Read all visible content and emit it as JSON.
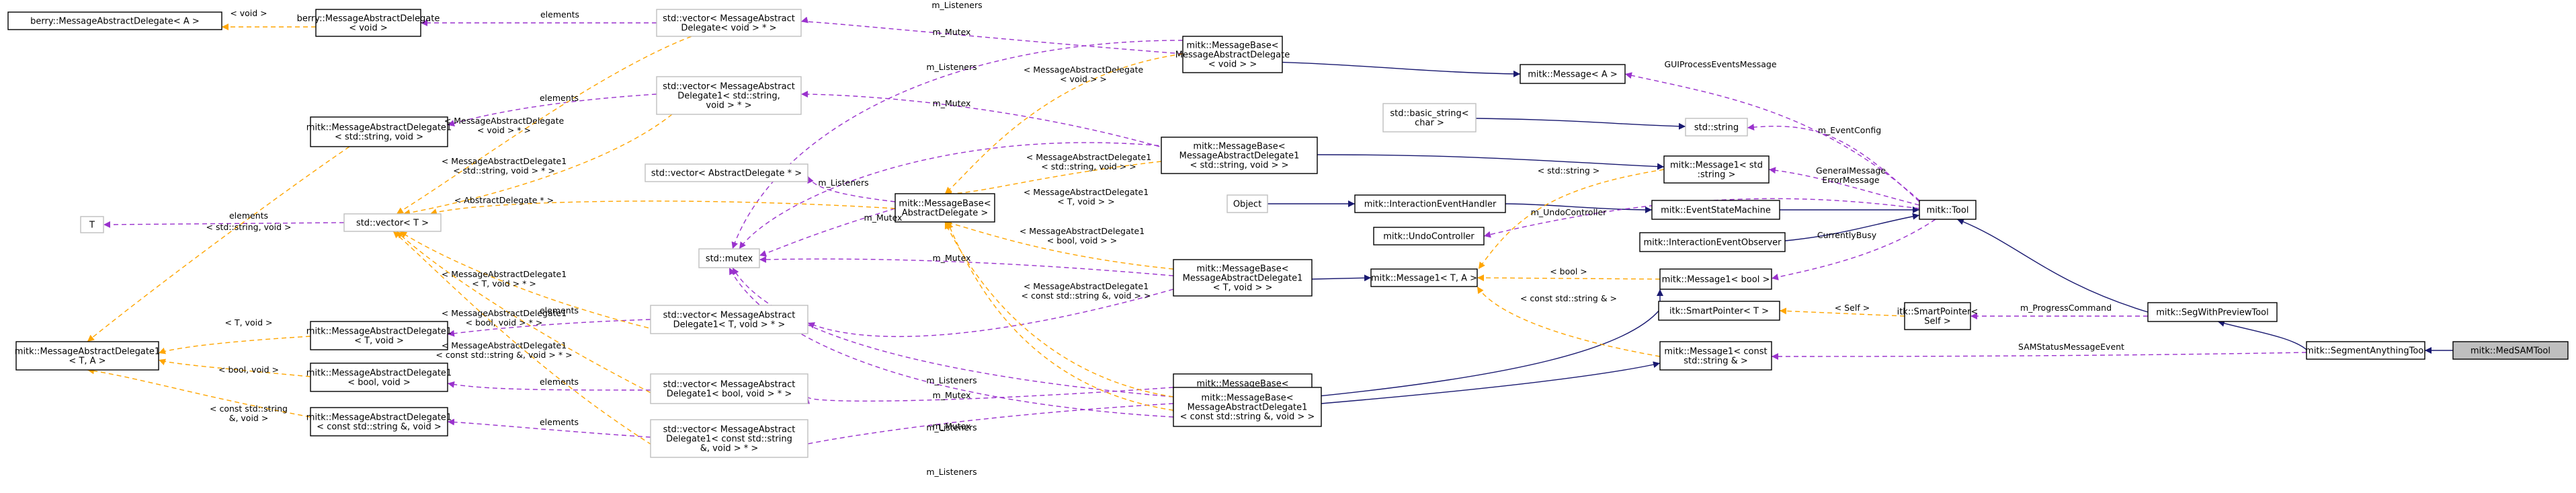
{
  "diagram": {
    "nodes": [
      {
        "id": "berry_mad_a",
        "lines": [
          "berry::MessageAbstractDelegate< A >"
        ]
      },
      {
        "id": "berry_mad_void",
        "lines": [
          "berry::MessageAbstractDelegate",
          "< void >"
        ]
      },
      {
        "id": "vec_mad_void",
        "lines": [
          "std::vector< MessageAbstract",
          "Delegate< void > * >"
        ],
        "ghost": true
      },
      {
        "id": "mb_mad_void",
        "lines": [
          "mitk::MessageBase<",
          "MessageAbstractDelegate",
          "< void > >"
        ]
      },
      {
        "id": "msg_a",
        "lines": [
          "mitk::Message< A >"
        ]
      },
      {
        "id": "vec_mad1_str",
        "lines": [
          "std::vector< MessageAbstract",
          "Delegate1< std::string,",
          "void > * >"
        ],
        "ghost": true
      },
      {
        "id": "mad1_str",
        "lines": [
          "mitk::MessageAbstractDelegate1",
          "< std::string, void >"
        ]
      },
      {
        "id": "basic_string",
        "lines": [
          "std::basic_string<",
          "char >"
        ],
        "ghost": true
      },
      {
        "id": "std_string",
        "lines": [
          "std::string"
        ],
        "ghost": true
      },
      {
        "id": "mb_mad1_str",
        "lines": [
          "mitk::MessageBase<",
          "MessageAbstractDelegate1",
          "< std::string, void > >"
        ]
      },
      {
        "id": "msg1_str",
        "lines": [
          "mitk::Message1< std",
          ":string >"
        ]
      },
      {
        "id": "vec_ad",
        "lines": [
          "std::vector< AbstractDelegate * >"
        ],
        "ghost": true
      },
      {
        "id": "mb_ad",
        "lines": [
          "mitk::MessageBase<",
          "AbstractDelegate >"
        ]
      },
      {
        "id": "T",
        "lines": [
          "T"
        ],
        "ghost": true
      },
      {
        "id": "vec_T",
        "lines": [
          "std::vector< T >"
        ],
        "ghost": true
      },
      {
        "id": "object",
        "lines": [
          "Object"
        ],
        "ghost": true
      },
      {
        "id": "ieh",
        "lines": [
          "mitk::InteractionEventHandler"
        ]
      },
      {
        "id": "esm",
        "lines": [
          "mitk::EventStateMachine"
        ]
      },
      {
        "id": "tool",
        "lines": [
          "mitk::Tool"
        ]
      },
      {
        "id": "undo",
        "lines": [
          "mitk::UndoController"
        ]
      },
      {
        "id": "ieo",
        "lines": [
          "mitk::InteractionEventObserver"
        ]
      },
      {
        "id": "mutex",
        "lines": [
          "std::mutex"
        ],
        "ghost": true
      },
      {
        "id": "mb_mad1_t",
        "lines": [
          "mitk::MessageBase<",
          "MessageAbstractDelegate1",
          "< T, void > >"
        ]
      },
      {
        "id": "msg1_ta",
        "lines": [
          "mitk::Message1< T, A >"
        ]
      },
      {
        "id": "msg1_bool",
        "lines": [
          "mitk::Message1< bool >"
        ]
      },
      {
        "id": "mad1_ta",
        "lines": [
          "mitk::MessageAbstractDelegate1",
          "< T, A >"
        ]
      },
      {
        "id": "mad1_t",
        "lines": [
          "mitk::MessageAbstractDelegate1",
          "< T, void >"
        ]
      },
      {
        "id": "vec_mad1_t",
        "lines": [
          "std::vector< MessageAbstract",
          "Delegate1< T, void > * >"
        ],
        "ghost": true
      },
      {
        "id": "smartptr_t",
        "lines": [
          "itk::SmartPointer< T >"
        ]
      },
      {
        "id": "smartptr_self",
        "lines": [
          "itk::SmartPointer<",
          "Self >"
        ]
      },
      {
        "id": "segpreview",
        "lines": [
          "mitk::SegWithPreviewTool"
        ]
      },
      {
        "id": "msg1_cstr",
        "lines": [
          "mitk::Message1< const",
          "std::string & >"
        ]
      },
      {
        "id": "sam",
        "lines": [
          "mitk::SegmentAnythingTool"
        ]
      },
      {
        "id": "medsam",
        "lines": [
          "mitk::MedSAMTool"
        ],
        "highlight": true
      },
      {
        "id": "mad1_bool",
        "lines": [
          "mitk::MessageAbstractDelegate1",
          "< bool, void >"
        ]
      },
      {
        "id": "mb_mad1_bool",
        "lines": [
          "mitk::MessageBase<",
          "MessageAbstractDelegate1",
          "< bool, void > >"
        ]
      },
      {
        "id": "vec_mad1_bool",
        "lines": [
          "std::vector< MessageAbstract",
          "Delegate1< bool, void > * >"
        ],
        "ghost": true
      },
      {
        "id": "mad1_cstr",
        "lines": [
          "mitk::MessageAbstractDelegate1",
          "< const std::string &, void >"
        ]
      },
      {
        "id": "vec_mad1_cstr",
        "lines": [
          "std::vector< MessageAbstract",
          "Delegate1< const std::string",
          "&, void > * >"
        ],
        "ghost": true
      },
      {
        "id": "mb_mad1_cstr",
        "lines": [
          "mitk::MessageBase<",
          "MessageAbstractDelegate1",
          "< const std::string &, void > >"
        ]
      }
    ],
    "edge_labels": [
      {
        "id": "l_void",
        "lines": [
          "< void >"
        ]
      },
      {
        "id": "l_elements1",
        "lines": [
          "elements"
        ]
      },
      {
        "id": "l_listeners_top",
        "lines": [
          "m_Listeners"
        ]
      },
      {
        "id": "l_mutex1",
        "lines": [
          "m_Mutex"
        ]
      },
      {
        "id": "l_mad_void",
        "lines": [
          "< MessageAbstractDelegate",
          "< void > >"
        ]
      },
      {
        "id": "l_gui",
        "lines": [
          "GUIProcessEventsMessage"
        ]
      },
      {
        "id": "l_listeners2",
        "lines": [
          "m_Listeners"
        ]
      },
      {
        "id": "l_elements2",
        "lines": [
          "elements"
        ]
      },
      {
        "id": "l_mutex2",
        "lines": [
          "m_Mutex"
        ]
      },
      {
        "id": "l_mad1_str",
        "lines": [
          "< MessageAbstractDelegate1",
          "< std::string, void > >"
        ]
      },
      {
        "id": "l_eventconfig",
        "lines": [
          "m_EventConfig"
        ]
      },
      {
        "id": "l_mad_void2",
        "lines": [
          "< MessageAbstractDelegate",
          "< void > * >"
        ]
      },
      {
        "id": "l_std_string",
        "lines": [
          "< std::string >"
        ]
      },
      {
        "id": "l_genmsg",
        "lines": [
          "GeneralMessage",
          "ErrorMessage"
        ]
      },
      {
        "id": "l_mad1_str2",
        "lines": [
          "< MessageAbstractDelegate1",
          "< std::string, void > * >"
        ]
      },
      {
        "id": "l_listeners3",
        "lines": [
          "m_Listeners"
        ]
      },
      {
        "id": "l_mad1_t",
        "lines": [
          "< MessageAbstractDelegate1",
          "< T, void > >"
        ]
      },
      {
        "id": "l_elements3",
        "lines": [
          "elements"
        ]
      },
      {
        "id": "l_str_void",
        "lines": [
          "< std::string, void >"
        ]
      },
      {
        "id": "l_ad_ptr",
        "lines": [
          "< AbstractDelegate * >"
        ]
      },
      {
        "id": "l_mutex3",
        "lines": [
          "m_Mutex"
        ]
      },
      {
        "id": "l_undo",
        "lines": [
          "m_UndoController"
        ]
      },
      {
        "id": "l_mad1_bool",
        "lines": [
          "< MessageAbstractDelegate1",
          "< bool, void > >"
        ]
      },
      {
        "id": "l_currentlybusy",
        "lines": [
          "CurrentlyBusy"
        ]
      },
      {
        "id": "l_mutex4",
        "lines": [
          "m_Mutex"
        ]
      },
      {
        "id": "l_mad1_t2",
        "lines": [
          "< MessageAbstractDelegate1",
          "< T, void > * >"
        ]
      },
      {
        "id": "l_bool",
        "lines": [
          "< bool >"
        ]
      },
      {
        "id": "l_mad1_cstr",
        "lines": [
          "< MessageAbstractDelegate1",
          "< const std::string &, void > >"
        ]
      },
      {
        "id": "l_cstr_ref",
        "lines": [
          "< const std::string & >"
        ]
      },
      {
        "id": "l_mad1_bool2",
        "lines": [
          "< MessageAbstractDelegate1",
          "< bool, void > * >"
        ]
      },
      {
        "id": "l_elements4",
        "lines": [
          "elements"
        ]
      },
      {
        "id": "l_t_void",
        "lines": [
          "< T, void >"
        ]
      },
      {
        "id": "l_mad1_cstr2",
        "lines": [
          "< MessageAbstractDelegate1",
          "< const std::string &, void > * >"
        ]
      },
      {
        "id": "l_self",
        "lines": [
          "< Self >"
        ]
      },
      {
        "id": "l_progress",
        "lines": [
          "m_ProgressCommand"
        ]
      },
      {
        "id": "l_listeners4",
        "lines": [
          "m_Listeners"
        ]
      },
      {
        "id": "l_mutex5",
        "lines": [
          "m_Mutex"
        ]
      },
      {
        "id": "l_bool_void",
        "lines": [
          "< bool, void >"
        ]
      },
      {
        "id": "l_elements5",
        "lines": [
          "elements"
        ]
      },
      {
        "id": "l_samstatus",
        "lines": [
          "SAMStatusMessageEvent"
        ]
      },
      {
        "id": "l_cstr_void",
        "lines": [
          "< const std::string",
          "&, void >"
        ]
      },
      {
        "id": "l_listeners5",
        "lines": [
          "m_Listeners"
        ]
      },
      {
        "id": "l_mutex6",
        "lines": [
          "m_Mutex"
        ]
      },
      {
        "id": "l_elements6",
        "lines": [
          "elements"
        ]
      },
      {
        "id": "l_listeners6",
        "lines": [
          "m_Listeners"
        ]
      }
    ]
  }
}
